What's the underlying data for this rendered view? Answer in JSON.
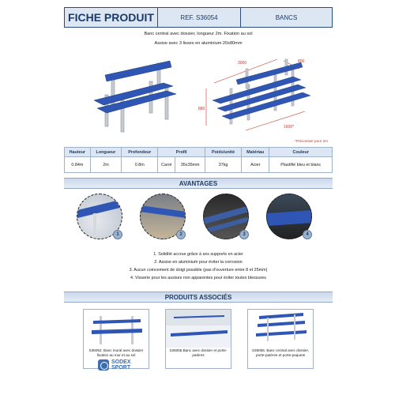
{
  "header": {
    "title": "FICHE PRODUIT",
    "ref": "REF. S36054",
    "category": "BANCS"
  },
  "description": {
    "line1": "Banc central avec dossier, longueur 2m. Fixation au sol",
    "line2": "Assise avec 3 lisses en aluminium 20x80mm"
  },
  "dimensions": {
    "length": "3000",
    "depth": "800",
    "height": "880",
    "extra": "1600*"
  },
  "footnote": "*Préconiser pour 2m",
  "specs": {
    "headers": [
      "Hauteur",
      "Longueur",
      "Profondeur",
      "Profil",
      "",
      "Poids/unité",
      "Matériau",
      "Couleur"
    ],
    "row": [
      "0.84m",
      "2m",
      "0.8m",
      "Carré",
      "35x35mm",
      "37kg",
      "Acier",
      "Plastifié bleu et blanc"
    ]
  },
  "advantages": {
    "title": "AVANTAGES",
    "numbers": [
      "1",
      "2",
      "3",
      "4"
    ],
    "items": [
      "1.  Solidité accrue grâce à ses supports en acier",
      "2.  Assise en aluminium pour éviter la corrosion",
      "3.  Aucun coincement de doigt possible (pas d'ouverture entre 8 et 25mm)",
      "4.  Visserie pour les assises non apparentes pour éviter toutes blessures"
    ]
  },
  "related": {
    "title": "PRODUITS ASSOCIÉS",
    "products": [
      {
        "caption": "S36053. Banc mural avec dossier fixation au mur et au sol"
      },
      {
        "caption": "S36055.Banc avec dossier et porte-patères"
      },
      {
        "caption": "S36056. Banc central avec dossier, porte-patères et porte-paquets"
      }
    ]
  },
  "logo": {
    "line1": "SODEX",
    "line2": "SPORT"
  },
  "colors": {
    "navy": "#1d3a66",
    "blue": "#2f56b5",
    "accent_red": "#c0392b"
  }
}
